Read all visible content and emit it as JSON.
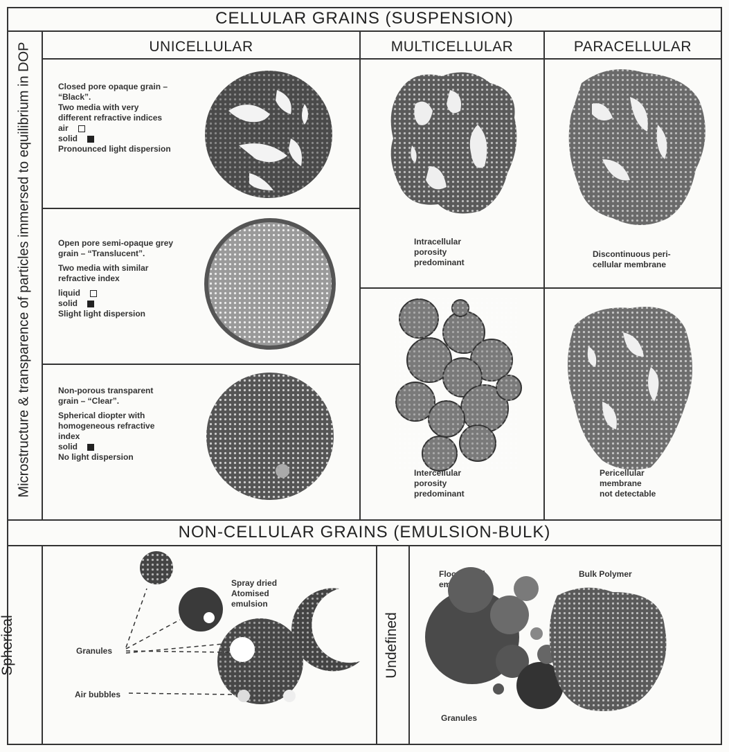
{
  "top": {
    "title": "CELLULAR GRAINS (SUSPENSION)",
    "side_label": "Microstructure & transparence of particles immersed to equilibrium in DOP",
    "columns": [
      "UNICELLULAR",
      "MULTICELLULAR",
      "PARACELLULAR"
    ],
    "unicellular": [
      {
        "lines_a": [
          "Closed pore opaque grain –",
          "“Black”.",
          "Two media with very",
          "different refractive indices"
        ],
        "legend": [
          {
            "label": "air",
            "filled": false
          },
          {
            "label": "solid",
            "filled": true
          }
        ],
        "note": "Pronounced light dispersion"
      },
      {
        "lines_a": [
          "Open pore semi-opaque grey",
          "grain – “Translucent”."
        ],
        "lines_b": [
          "Two media with similar",
          "refractive index"
        ],
        "legend": [
          {
            "label": "liquid",
            "filled": false
          },
          {
            "label": "solid",
            "filled": true
          }
        ],
        "note": "Slight light dispersion"
      },
      {
        "lines_a": [
          "Non-porous transparent",
          "grain – “Clear”."
        ],
        "lines_b": [
          "Spherical diopter with",
          "homogeneous refractive",
          "index"
        ],
        "legend": [
          {
            "label": "solid",
            "filled": true
          }
        ],
        "note": "No light dispersion"
      }
    ],
    "multicellular_captions": [
      [
        "Intracellular",
        "porosity",
        "predominant"
      ],
      [
        "Intercellular",
        "porosity",
        "predominant"
      ]
    ],
    "paracellular_captions": [
      [
        "Discontinuous peri-",
        "cellular membrane"
      ],
      [
        "Pericellular",
        "membrane",
        "not detectable"
      ]
    ]
  },
  "bottom": {
    "title": "NON-CELLULAR GRAINS (EMULSION-BULK)",
    "left_label": "Spherical",
    "right_label": "Undefined",
    "spherical": {
      "spray": [
        "Spray dried",
        "Atomised",
        "emulsion"
      ],
      "granules": "Granules",
      "air_bubbles": "Air bubbles"
    },
    "undefined": {
      "flocculated": [
        "Flocculated",
        "emulsion"
      ],
      "bulk": "Bulk Polymer",
      "granules": "Granules"
    }
  }
}
